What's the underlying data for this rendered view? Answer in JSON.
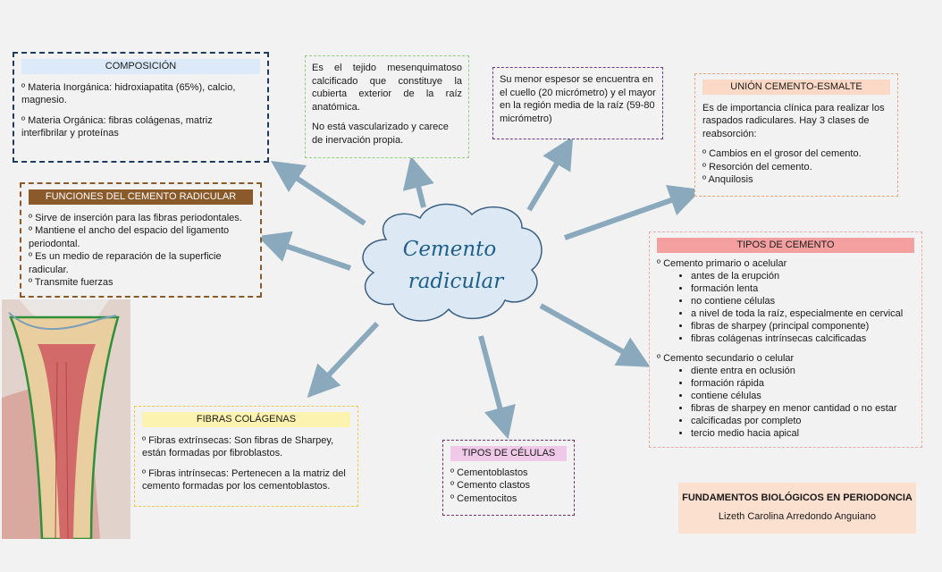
{
  "center": {
    "line1": "Cemento",
    "line2": "radicular"
  },
  "composicion": {
    "title": "COMPOSICIÓN",
    "p1": "º Materia Inorgánica: hidroxiapatita (65%), calcio, magnesio.",
    "p2": "º Materia Orgánica: fibras colágenas, matriz interfibrilar y proteínas"
  },
  "tejido": {
    "p1": "Es el tejido mesenquimatoso calcificado que constituye la cubierta exterior de la raíz anatómica.",
    "p2": "No está vascularizado y carece de inervación propia."
  },
  "espesor": {
    "p1": "Su menor espesor se encuentra en el cuello (20 micrómetro) y el mayor en la región media de la raíz (59-80 micrómetro)"
  },
  "union": {
    "title": "UNIÓN CEMENTO-ESMALTE",
    "p1": "Es de importancia clínica para realizar los raspados radiculares. Hay 3 clases de reabsorción:",
    "items": [
      "º Cambios en el grosor del cemento.",
      "º Resorción del cemento.",
      "º Anquilosis"
    ]
  },
  "funciones": {
    "title": "FUNCIONES DEL CEMENTO RADICULAR",
    "items": [
      "º Sirve de inserción para las fibras periodontales.",
      "º Mantiene el ancho del espacio del ligamento",
      "periodontal.",
      "º Es un medio de reparación de la superficie",
      "radicular.",
      "º Transmite fuerzas"
    ]
  },
  "tipos_cemento": {
    "title": "TIPOS DE CEMENTO",
    "primario": "º Cemento primario o acelular",
    "primario_items": [
      "antes de la erupción",
      "formación lenta",
      "no contiene células",
      "a nivel de toda la raíz, especialmente en cervical",
      "fibras de sharpey (principal componente)",
      "fibras colágenas intrínsecas calcificadas"
    ],
    "secundario": "º Cemento secundario o celular",
    "secundario_items": [
      "diente entra en oclusión",
      "formación rápida",
      "contiene células",
      "fibras de sharpey en menor cantidad o no estar",
      "calcificadas por completo",
      "tercio medio hacia apical"
    ]
  },
  "fibras": {
    "title": "FIBRAS COLÁGENAS",
    "p1": "º Fibras extrínsecas: Son fibras de Sharpey, están formadas por fibroblastos.",
    "p2": "º Fibras intrínsecas: Pertenecen a la matriz del cemento formadas por los cementoblastos."
  },
  "celulas": {
    "title": "TIPOS DE CÉLULAS",
    "items": [
      "º Cementoblastos",
      "º Cemento clastos",
      "º Cementocitos"
    ]
  },
  "footer": {
    "title": "FUNDAMENTOS BIOLÓGICOS EN PERIODONCIA",
    "author": "Lizeth Carolina Arredondo Anguiano"
  },
  "colors": {
    "arrow": "#8aa9bd",
    "cloud_fill": "#dce9f5",
    "cloud_stroke": "#3a5f80",
    "composicion": "#1f3a5f",
    "tejido": "#8fd07a",
    "espesor": "#6b3a8a",
    "union": "#f0a580",
    "funciones": "#8b5a2b",
    "tipos_cemento": "#f0a8a8",
    "fibras": "#f0c850",
    "celulas": "#7a2f6a"
  }
}
